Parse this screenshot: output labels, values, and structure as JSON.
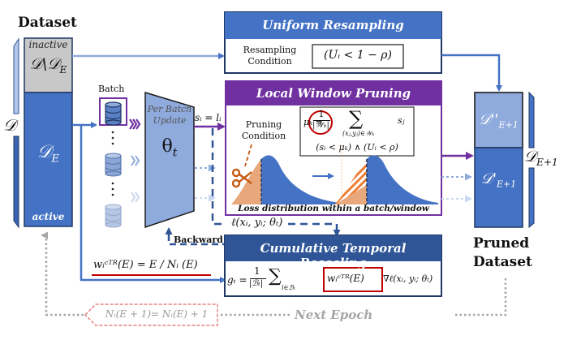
{
  "dataset": {
    "title": "Dataset",
    "inactive_label": "inactive",
    "inactive_set": "𝒟\\𝒟",
    "inactive_sub": "E",
    "active_set": "𝒟",
    "active_sub": "E",
    "active_label": "active",
    "full_set": "𝒟"
  },
  "batch": {
    "label": "Batch"
  },
  "model": {
    "caption_line1": "Per Batch",
    "caption_line2": "Update",
    "theta": "θ",
    "theta_sub": "t",
    "score_eq": "sᵢ = lᵢ"
  },
  "uniform_resampling": {
    "title": "Uniform Resampling",
    "condition_label_line1": "Resampling",
    "condition_label_line2": "Condition",
    "condition": "(Uᵢ < 1 − ρ)"
  },
  "local_window_pruning": {
    "title": "Local Window Pruning",
    "condition_label_line1": "Pruning",
    "condition_label_line2": "Condition",
    "mean_lhs": "μₖ =",
    "mean_num": "1",
    "mean_den": "|𝒲ₖ|",
    "mean_sum": "∑",
    "mean_sum_sub": "(xⱼ,yⱼ)∈𝒲ₖ",
    "mean_term": "sⱼ",
    "condition": "(sᵢ < μₖ) ∧ (Uᵢ < ρ)",
    "distribution_caption": "Loss distribution within a batch/window"
  },
  "loss_label": "ℓ(xᵢ, yᵢ; θₜ)",
  "backward_label": "Backward",
  "ctr": {
    "title": "Cumulative Temporal Rescaling",
    "grad_lhs": "gₜ =",
    "grad_num": "1",
    "grad_den": "|ℬₜ|",
    "grad_sum": "∑",
    "grad_sum_sub": "i∈ℬₜ",
    "weight": "wᵢᶜᵀᴿ(E)",
    "grad_term": "∇ℓ(xᵢ, yᵢ; θₜ)"
  },
  "weight_eq": "wᵢᶜᵀᴿ(E) = E / Nᵢ (E)",
  "count_update": "Nᵢ(E + 1)= Nᵢ(E) + 1",
  "next_epoch": "Next Epoch",
  "pruned": {
    "resampled_set": "𝒟''",
    "resampled_sub": "E+1",
    "kept_set": "𝒟'",
    "kept_sub": "E+1",
    "next_set": "𝒟",
    "next_sub": "E+1",
    "title_line1": "Pruned",
    "title_line2": "Dataset"
  },
  "colors": {
    "blue_dark": "#2f5597",
    "blue_mid": "#4472c4",
    "blue_light": "#8faadc",
    "gray_inactive": "#c8c8c8",
    "purple": "#7030a0",
    "navy": "#203864",
    "orange": "#c55a11",
    "peach": "#e8a87c",
    "red": "#c00000",
    "gray_dotted": "#a6a6a6"
  }
}
